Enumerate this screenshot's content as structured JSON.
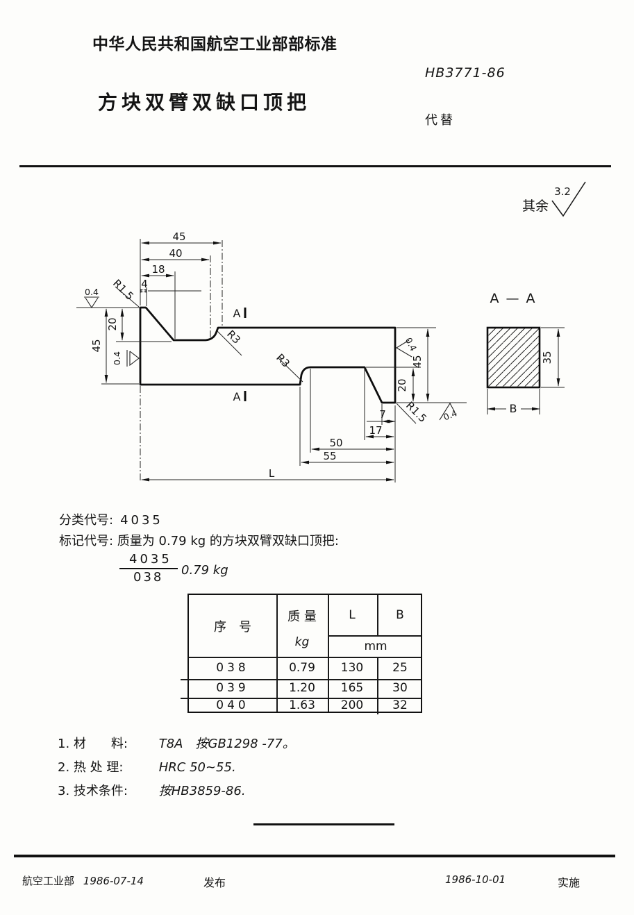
{
  "header": {
    "org": "中华人民共和国航空工业部部标准",
    "code": "HB3771-86",
    "title": "方块双臂双缺口顶把",
    "replaces": "代替"
  },
  "surface_note": {
    "label": "其余",
    "value": "3.2"
  },
  "drawing": {
    "dims": {
      "top_45": "45",
      "top_40": "40",
      "top_18": "18",
      "top_4": "4",
      "left_20": "20",
      "left_45": "45",
      "right_45": "45",
      "right_20": "20",
      "bottom_7": "7",
      "bottom_17": "17",
      "bottom_50": "50",
      "bottom_55": "55",
      "length": "L",
      "radius_small": "R1.5",
      "radius_large": "R3",
      "roughness": "0.4"
    },
    "section_marker": "A",
    "section": {
      "title": "A — A",
      "height": "35",
      "width": "B"
    }
  },
  "classification": {
    "label": "分类代号:",
    "value": "4035"
  },
  "designation": {
    "label": "标记代号:",
    "text": "质量为 0.79 kg 的方块双臂双缺口顶把:",
    "fraction_numerator": "4035",
    "fraction_denominator": "038",
    "weight": "0.79 kg"
  },
  "table": {
    "headers": {
      "serial": "序　号",
      "mass": "质 量",
      "mass_unit": "kg",
      "length": "L",
      "width": "B",
      "unit": "mm"
    },
    "rows": [
      {
        "serial": "038",
        "mass": "0.79",
        "length": "130",
        "width": "25"
      },
      {
        "serial": "039",
        "mass": "1.20",
        "length": "165",
        "width": "30"
      },
      {
        "serial": "040",
        "mass": "1.63",
        "length": "200",
        "width": "32"
      }
    ]
  },
  "notes": [
    {
      "label": "1. 材　　料:",
      "value": "T8A　按GB1298 -77。"
    },
    {
      "label": "2. 热 处 理:",
      "value": "HRC 50~55."
    },
    {
      "label": "3. 技术条件:",
      "value": "按HB3859-86."
    }
  ],
  "footer": {
    "issuer": "航空工业部",
    "issue_date": "1986-07-14",
    "publish": "发布",
    "implement_date": "1986-10-01",
    "implement": "实施"
  }
}
